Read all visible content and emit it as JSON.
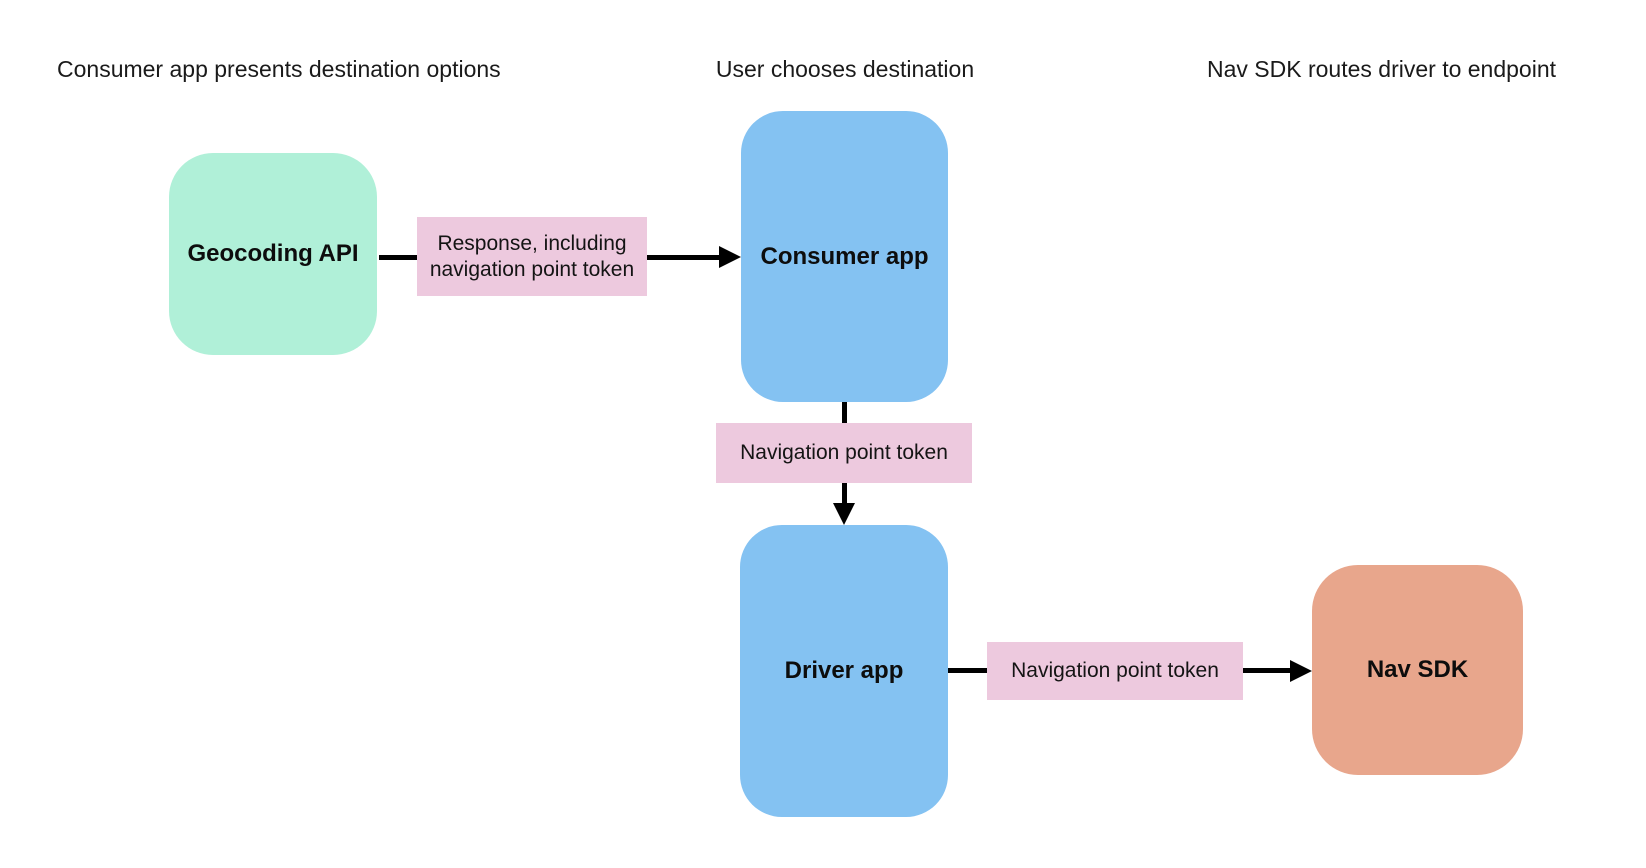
{
  "canvas": {
    "background": "#ffffff"
  },
  "headers": [
    {
      "label": "Consumer app presents destination options"
    },
    {
      "label": "User chooses destination"
    },
    {
      "label": "Nav SDK routes driver to endpoint"
    }
  ],
  "nodes": [
    {
      "id": "geocoding-api",
      "label": "Geocoding API",
      "color": "#b0f0d8"
    },
    {
      "id": "consumer-app",
      "label": "Consumer app",
      "color": "#84c2f2"
    },
    {
      "id": "driver-app",
      "label": "Driver app",
      "color": "#84c2f2"
    },
    {
      "id": "nav-sdk",
      "label": "Nav SDK",
      "color": "#e8a68c"
    }
  ],
  "edges": [
    {
      "from": "geocoding-api",
      "to": "consumer-app",
      "label": "Response, including navigation point token",
      "color": "#edc9de"
    },
    {
      "from": "consumer-app",
      "to": "driver-app",
      "label": "Navigation point token",
      "color": "#edc9de"
    },
    {
      "from": "driver-app",
      "to": "nav-sdk",
      "label": "Navigation point token",
      "color": "#edc9de"
    }
  ],
  "arrow": {
    "color": "#000000"
  }
}
